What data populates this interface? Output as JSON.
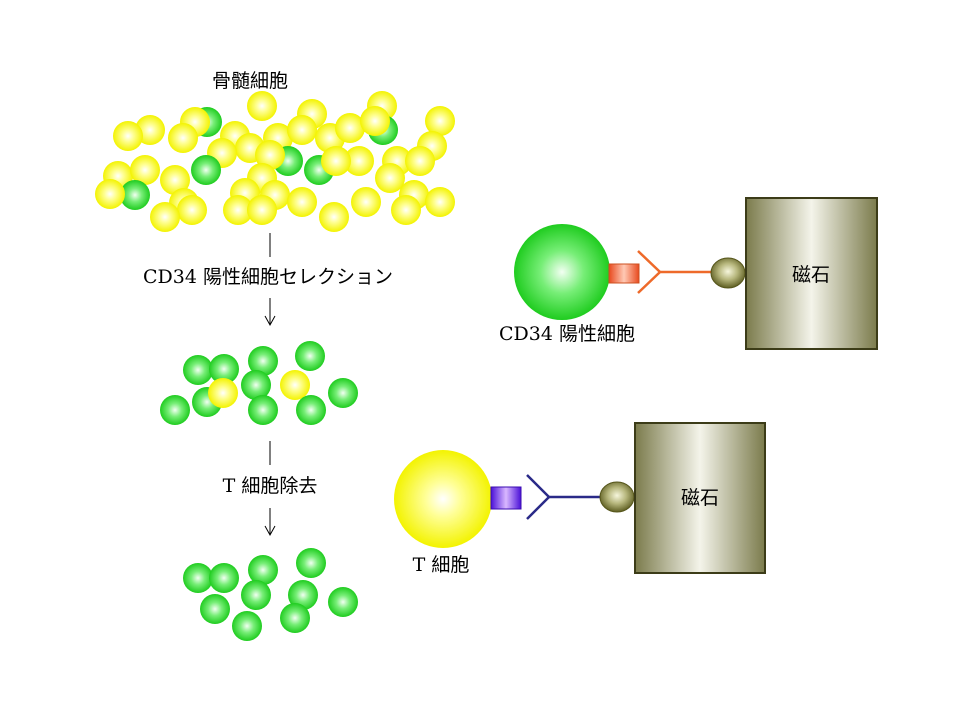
{
  "labels": {
    "bone_marrow": "骨髄細胞",
    "cd34_selection": "CD34 陽性細胞セレクション",
    "t_cell_depletion": "T 細胞除去",
    "cd34_cell": "CD34 陽性細胞",
    "t_cell": "T 細胞",
    "magnet_top": "磁石",
    "magnet_bottom": "磁石"
  },
  "colors": {
    "yellow_cell": "#ffff00",
    "green_cell": "#22cc22",
    "cd34_marker": "#ff6a3d",
    "cd34_antibody": "#ee6a2a",
    "t_marker": "#7a2bff",
    "t_antibody": "#2a2a88",
    "bead": "#7a7a33",
    "magnet": "#8a8a60"
  }
}
